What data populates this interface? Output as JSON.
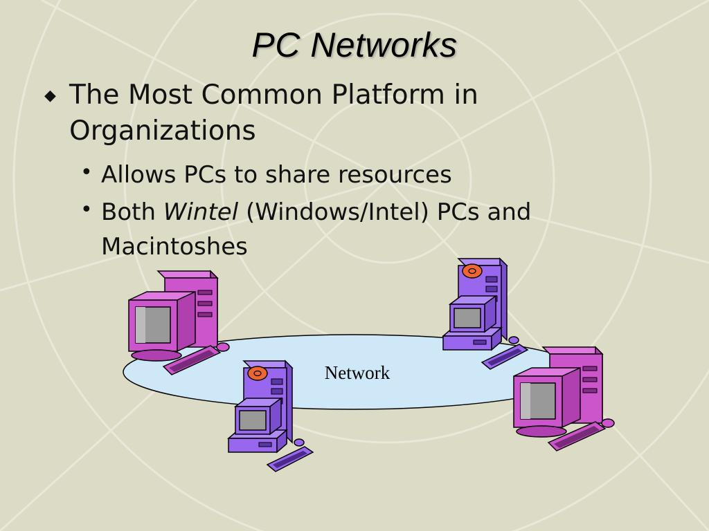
{
  "slide": {
    "title": "PC Networks",
    "bullet_1": "The Most Common Platform in Organizations",
    "sub_bullet_1": "Allows PCs to share resources",
    "sub_bullet_2_prefix": "Both ",
    "sub_bullet_2_italic": "Wintel",
    "sub_bullet_2_suffix": " (Windows/Intel) PCs and Macintoshes"
  },
  "diagram": {
    "network_label": "Network",
    "colors": {
      "network_fill": "#cfe8f7",
      "mac_color": "#cc55cc",
      "wintel_color": "#9966ee",
      "disk_color": "#ee6633"
    }
  }
}
